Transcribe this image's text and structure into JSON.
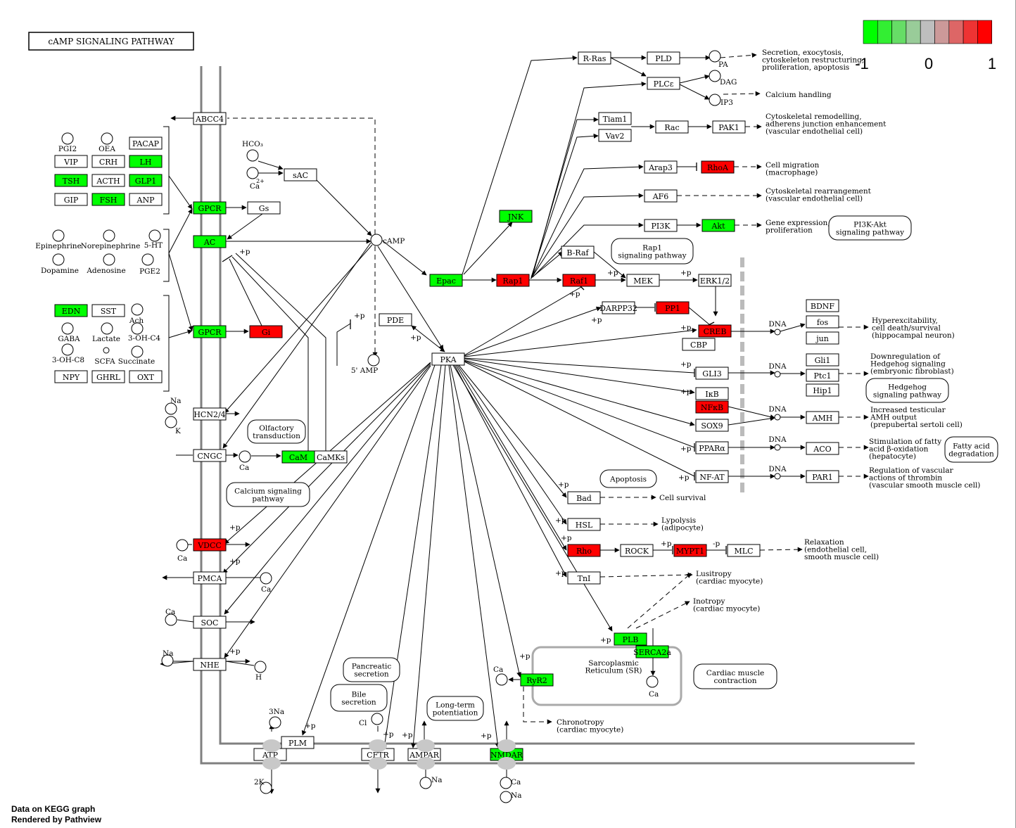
{
  "title": "cAMP SIGNALING PATHWAY",
  "footer": {
    "line1": "Data on KEGG graph",
    "line2": "Rendered by Pathview"
  },
  "legend": {
    "colors": [
      "#00ff00",
      "#33ee33",
      "#66dd66",
      "#99cc99",
      "#bebebe",
      "#cc9999",
      "#dd6666",
      "#ee3333",
      "#ff0000"
    ],
    "min_label": "-1",
    "mid_label": "0",
    "max_label": "1"
  },
  "colors": {
    "up": "#ff0000",
    "down": "#00ff00",
    "none": "#ffffff",
    "membrane": "#808080"
  },
  "genes": [
    {
      "id": "abcc4",
      "label": "ABCC4",
      "state": "none"
    },
    {
      "id": "vip",
      "label": "VIP",
      "state": "none"
    },
    {
      "id": "crh",
      "label": "CRH",
      "state": "none"
    },
    {
      "id": "lh",
      "label": "LH",
      "state": "down"
    },
    {
      "id": "pacap",
      "label": "PACAP",
      "state": "none"
    },
    {
      "id": "tsh",
      "label": "TSH",
      "state": "down"
    },
    {
      "id": "acth",
      "label": "ACTH",
      "state": "none"
    },
    {
      "id": "glp1",
      "label": "GLP1",
      "state": "down"
    },
    {
      "id": "gip",
      "label": "GIP",
      "state": "none"
    },
    {
      "id": "fsh",
      "label": "FSH",
      "state": "down"
    },
    {
      "id": "anp",
      "label": "ANP",
      "state": "none"
    },
    {
      "id": "gpcr1",
      "label": "GPCR",
      "state": "down"
    },
    {
      "id": "gs",
      "label": "Gs",
      "state": "none"
    },
    {
      "id": "sac",
      "label": "sAC",
      "state": "none"
    },
    {
      "id": "ac",
      "label": "AC",
      "state": "down"
    },
    {
      "id": "edn",
      "label": "EDN",
      "state": "down"
    },
    {
      "id": "sst",
      "label": "SST",
      "state": "none"
    },
    {
      "id": "npy",
      "label": "NPY",
      "state": "none"
    },
    {
      "id": "ghrl",
      "label": "GHRL",
      "state": "none"
    },
    {
      "id": "oxt",
      "label": "OXT",
      "state": "none"
    },
    {
      "id": "gpcr2",
      "label": "GPCR",
      "state": "down"
    },
    {
      "id": "gi",
      "label": "Gi",
      "state": "up"
    },
    {
      "id": "hcn",
      "label": "HCN2/4",
      "state": "none"
    },
    {
      "id": "cngc",
      "label": "CNGC",
      "state": "none"
    },
    {
      "id": "cam",
      "label": "CaM",
      "state": "down"
    },
    {
      "id": "camks",
      "label": "CaMKs",
      "state": "none"
    },
    {
      "id": "vdcc",
      "label": "VDCC",
      "state": "up"
    },
    {
      "id": "pmca",
      "label": "PMCA",
      "state": "none"
    },
    {
      "id": "soc",
      "label": "SOC",
      "state": "none"
    },
    {
      "id": "nhe",
      "label": "NHE",
      "state": "none"
    },
    {
      "id": "pde",
      "label": "PDE",
      "state": "none"
    },
    {
      "id": "pka",
      "label": "PKA",
      "state": "none"
    },
    {
      "id": "epac",
      "label": "Epac",
      "state": "down"
    },
    {
      "id": "jnk",
      "label": "JNK",
      "state": "down"
    },
    {
      "id": "rap1",
      "label": "Rap1",
      "state": "up"
    },
    {
      "id": "raf1",
      "label": "Raf1",
      "state": "up"
    },
    {
      "id": "braf",
      "label": "B-Raf",
      "state": "none"
    },
    {
      "id": "mek",
      "label": "MEK",
      "state": "none"
    },
    {
      "id": "erk",
      "label": "ERK1/2",
      "state": "none"
    },
    {
      "id": "rras",
      "label": "R-Ras",
      "state": "none"
    },
    {
      "id": "pld",
      "label": "PLD",
      "state": "none"
    },
    {
      "id": "plce",
      "label": "PLCε",
      "state": "none"
    },
    {
      "id": "tiam1",
      "label": "Tiam1",
      "state": "none"
    },
    {
      "id": "vav2",
      "label": "Vav2",
      "state": "none"
    },
    {
      "id": "rac",
      "label": "Rac",
      "state": "none"
    },
    {
      "id": "pak1",
      "label": "PAK1",
      "state": "none"
    },
    {
      "id": "arap3",
      "label": "Arap3",
      "state": "none"
    },
    {
      "id": "rhoa",
      "label": "RhoA",
      "state": "up"
    },
    {
      "id": "af6",
      "label": "AF6",
      "state": "none"
    },
    {
      "id": "pi3k",
      "label": "PI3K",
      "state": "none"
    },
    {
      "id": "akt",
      "label": "Akt",
      "state": "down"
    },
    {
      "id": "darpp32",
      "label": "DARPP32",
      "state": "none"
    },
    {
      "id": "pp1",
      "label": "PP1",
      "state": "up"
    },
    {
      "id": "creb",
      "label": "CREB",
      "state": "up"
    },
    {
      "id": "cbp",
      "label": "CBP",
      "state": "none"
    },
    {
      "id": "gli3",
      "label": "GLI3",
      "state": "none"
    },
    {
      "id": "ikb",
      "label": "IκB",
      "state": "none"
    },
    {
      "id": "nfkb",
      "label": "NFκB",
      "state": "up"
    },
    {
      "id": "sox9",
      "label": "SOX9",
      "state": "none"
    },
    {
      "id": "ppara",
      "label": "PPARα",
      "state": "none"
    },
    {
      "id": "nfat",
      "label": "NF-AT",
      "state": "none"
    },
    {
      "id": "bdnf",
      "label": "BDNF",
      "state": "none"
    },
    {
      "id": "fos",
      "label": "fos",
      "state": "none"
    },
    {
      "id": "jun",
      "label": "jun",
      "state": "none"
    },
    {
      "id": "gli1",
      "label": "Gli1",
      "state": "none"
    },
    {
      "id": "ptc1",
      "label": "Ptc1",
      "state": "none"
    },
    {
      "id": "hip1",
      "label": "Hip1",
      "state": "none"
    },
    {
      "id": "amh",
      "label": "AMH",
      "state": "none"
    },
    {
      "id": "aco",
      "label": "ACO",
      "state": "none"
    },
    {
      "id": "par1",
      "label": "PAR1",
      "state": "none"
    },
    {
      "id": "bad",
      "label": "Bad",
      "state": "none"
    },
    {
      "id": "hsl",
      "label": "HSL",
      "state": "none"
    },
    {
      "id": "rho",
      "label": "Rho",
      "state": "up"
    },
    {
      "id": "rock",
      "label": "ROCK",
      "state": "none"
    },
    {
      "id": "mypt1",
      "label": "MYPT1",
      "state": "up"
    },
    {
      "id": "mlc",
      "label": "MLC",
      "state": "none"
    },
    {
      "id": "tni",
      "label": "TnI",
      "state": "none"
    },
    {
      "id": "plb",
      "label": "PLB",
      "state": "down"
    },
    {
      "id": "serca2a",
      "label": "SERCA2a",
      "state": "down"
    },
    {
      "id": "ryr2",
      "label": "RyR2",
      "state": "down"
    },
    {
      "id": "atp",
      "label": "ATP",
      "state": "none"
    },
    {
      "id": "plm",
      "label": "PLM",
      "state": "none"
    },
    {
      "id": "cftr",
      "label": "CFTR",
      "state": "none"
    },
    {
      "id": "ampar",
      "label": "AMPAR",
      "state": "none"
    },
    {
      "id": "nmdar",
      "label": "NMDAR",
      "state": "down"
    }
  ],
  "compounds": {
    "pgi2": "PGI2",
    "oea": "OEA",
    "hco3": "HCO₃",
    "ca": "Ca",
    "camp": "cAMP",
    "five_amp": "5' AMP",
    "epinephrine": "Epinephrine",
    "norepinephrine": "Norepinephrine",
    "ht5": "5-HT",
    "dopamine": "Dopamine",
    "adenosine": "Adenosine",
    "pge2": "PGE2",
    "ach": "Ach",
    "gaba": "GABA",
    "lactate": "Lactate",
    "oh_c4": "3-OH-C4",
    "oh_c8": "3-OH-C8",
    "scfa": "SCFA",
    "succinate": "Succinate",
    "na": "Na",
    "k": "K",
    "h": "H",
    "cl": "Cl",
    "pa": "PA",
    "dag": "DAG",
    "ip3": "IP3",
    "dna": "DNA",
    "na3": "3Na",
    "k2": "2K",
    "plus2": "2+",
    "plus": "+"
  },
  "pathways": {
    "olfactory": [
      "Olfactory",
      "transduction"
    ],
    "calcium": [
      "Calcium signaling",
      "pathway"
    ],
    "rap1": [
      "Rap1",
      "signaling pathway"
    ],
    "pi3k": [
      "PI3K-Akt",
      "signaling pathway"
    ],
    "hedgehog": [
      "Hedgehog",
      "signaling pathway"
    ],
    "fatty": [
      "Fatty acid",
      "degradation"
    ],
    "apoptosis": [
      "Apoptosis"
    ],
    "pancreatic": [
      "Pancreatic",
      "secretion"
    ],
    "bile": [
      "Bile",
      "secretion"
    ],
    "ltp": [
      "Long-term",
      "potentiation"
    ],
    "cardiac": [
      "Cardiac muscle",
      "contraction"
    ]
  },
  "outcomes": {
    "secretion": [
      "Secretion, exocytosis,",
      "cytoskeleton restructuring,",
      "proliferation, apoptosis"
    ],
    "calcium_handling": [
      "Calcium handling"
    ],
    "cytoskeletal": [
      "Cytoskeletal remodelling,",
      "adherens junction enhancement",
      "(vascular endothelial cell)"
    ],
    "migration": [
      "Cell migration",
      "(macrophage)"
    ],
    "rearrangement": [
      "Cytoskeletal rearrangement",
      "(vascular endothelial cell)"
    ],
    "gene_expr": [
      "Gene expression,",
      "proliferation"
    ],
    "hyperexcitability": [
      "Hyperexcitability,",
      "cell death/survival",
      "(hippocampal neuron)"
    ],
    "downregulation": [
      "Downregulation of",
      "Hedgehog signaling",
      "(embryonic fibroblast)"
    ],
    "testicular": [
      "Increased testicular",
      "AMH output",
      "(prepubertal sertoli cell)"
    ],
    "fatty_ox": [
      "Stimulation of fatty",
      "acid β-oxidation",
      "(hepatocyte)"
    ],
    "vascular": [
      "Regulation of vascular",
      "actions of thrombin",
      "(vascular smooth muscle cell)"
    ],
    "survival": [
      "Cell survival"
    ],
    "lypolysis": [
      "Lypolysis",
      "(adipocyte)"
    ],
    "relaxation": [
      "Relaxation",
      "(endothelial cell,",
      "smooth muscle cell)"
    ],
    "lusitropy": [
      "Lusitropy",
      "(cardiac myocyte)"
    ],
    "inotropy": [
      "Inotropy",
      "(cardiac myocyte)"
    ],
    "chronotropy": [
      "Chronotropy",
      "(cardiac myocyte)"
    ],
    "sr": [
      "Sarcoplasmic",
      "Reticulum (SR)"
    ]
  },
  "marks": {
    "plus_p": "+p",
    "minus_p": "-p"
  }
}
